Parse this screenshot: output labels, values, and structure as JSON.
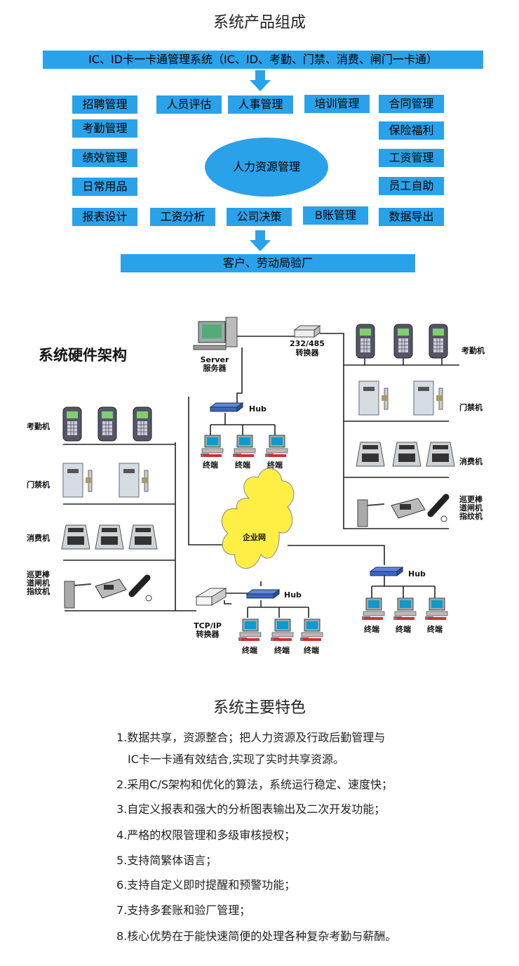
{
  "section1": {
    "title": "系统产品组成",
    "top_bar": "IC、ID卡一卡通管理系统（IC、ID、考勤、门禁、消费、闸门一卡通）",
    "boxes": {
      "recruit": "招聘管理",
      "evaluate": "人员评估",
      "personnel": "人事管理",
      "training": "培训管理",
      "contract": "合同管理",
      "attendance": "考勤管理",
      "insurance": "保险福利",
      "performance": "绩效管理",
      "payroll": "工资管理",
      "supplies": "日常用品",
      "selfservice": "员工自助",
      "report": "报表设计",
      "salary_analysis": "工资分析",
      "decision": "公司决策",
      "b_account": "B账管理",
      "export": "数据导出"
    },
    "center": "人力资源管理",
    "bottom_bar": "客户、劳动局验厂"
  },
  "section2": {
    "title": "系统硬件架构",
    "server_en": "Server",
    "server_cn": "服务器",
    "converter_232_1": "232/485",
    "converter_232_2": "转换器",
    "tcpip_1": "TCP/IP",
    "tcpip_2": "转换器",
    "hub": "Hub",
    "terminal": "终端",
    "enterprise_net": "企业网",
    "attendance_machine": "考勤机",
    "access_machine": "门禁机",
    "consume_machine": "消费机",
    "patrol_1": "巡更棒",
    "patrol_2": "道闸机",
    "patrol_3": "指纹机"
  },
  "section3": {
    "title": "系统主要特色",
    "features": [
      "1.数据共享，资源整合；把人力资源及行政后勤管理与",
      "IC卡一卡通有效结合,实现了实时共享资源。",
      "2.采用C/S架构和优化的算法，系统运行稳定、速度快；",
      "3.自定义报表和强大的分析图表输出及二次开发功能；",
      "4.严格的权限管理和多级审核授权；",
      "5.支持简繁体语言；",
      "6.支持自定义即时提醒和预警功能；",
      "7.支持多套账和验厂管理；",
      "8.核心优势在于能快速简便的处理各种复杂考勤与薪酬。"
    ]
  },
  "colors": {
    "accent": "#2aa2ea",
    "cloud": "#ffee44"
  }
}
